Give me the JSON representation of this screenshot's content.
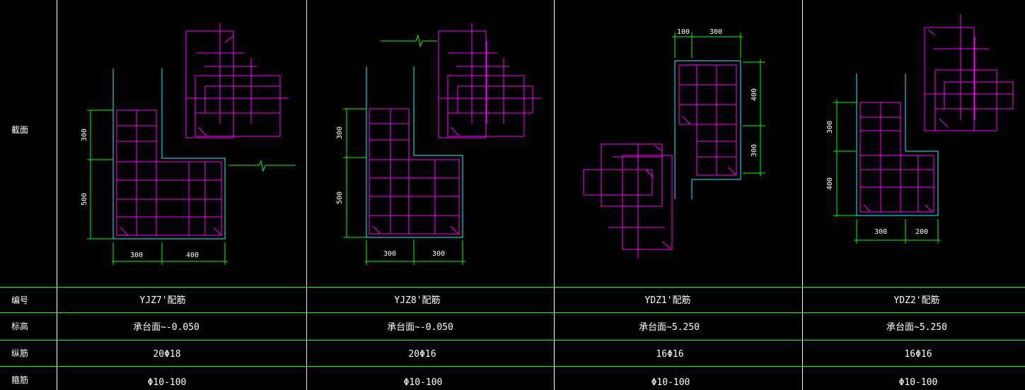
{
  "row_labels": {
    "section": "截面",
    "id": "编号",
    "elevation": "标高",
    "longitudinal": "纵筋",
    "stirrup": "箍筋"
  },
  "columns": [
    {
      "id": "YJZ7'配筋",
      "elevation": "承台面~-0.050",
      "longitudinal": "20Φ18",
      "stirrup": "Φ10-100",
      "dims": {
        "v1": "300",
        "v2": "500",
        "h1": "300",
        "h2": "400"
      }
    },
    {
      "id": "YJZ8'配筋",
      "elevation": "承台面~-0.050",
      "longitudinal": "20Φ16",
      "stirrup": "Φ10-100",
      "dims": {
        "v1": "300",
        "v2": "500",
        "h1": "300",
        "h2": "300"
      }
    },
    {
      "id": "YDZ1'配筋",
      "elevation": "承台面~5.250",
      "longitudinal": "16Φ16",
      "stirrup": "Φ10-100",
      "dims": {
        "h1": "100",
        "h2": "300",
        "v1": "400",
        "v2": "300"
      }
    },
    {
      "id": "YDZ2'配筋",
      "elevation": "承台面~5.250",
      "longitudinal": "16Φ16",
      "stirrup": "Φ10-100",
      "dims": {
        "v1": "300",
        "v2": "400",
        "h1": "300",
        "h2": "200"
      }
    }
  ],
  "colors": {
    "background": "#000000",
    "grid": "#00ff00",
    "divider": "#ffff00",
    "outline": "#00ffff",
    "rebar": "#ff00ff",
    "text": "#ffffff"
  }
}
